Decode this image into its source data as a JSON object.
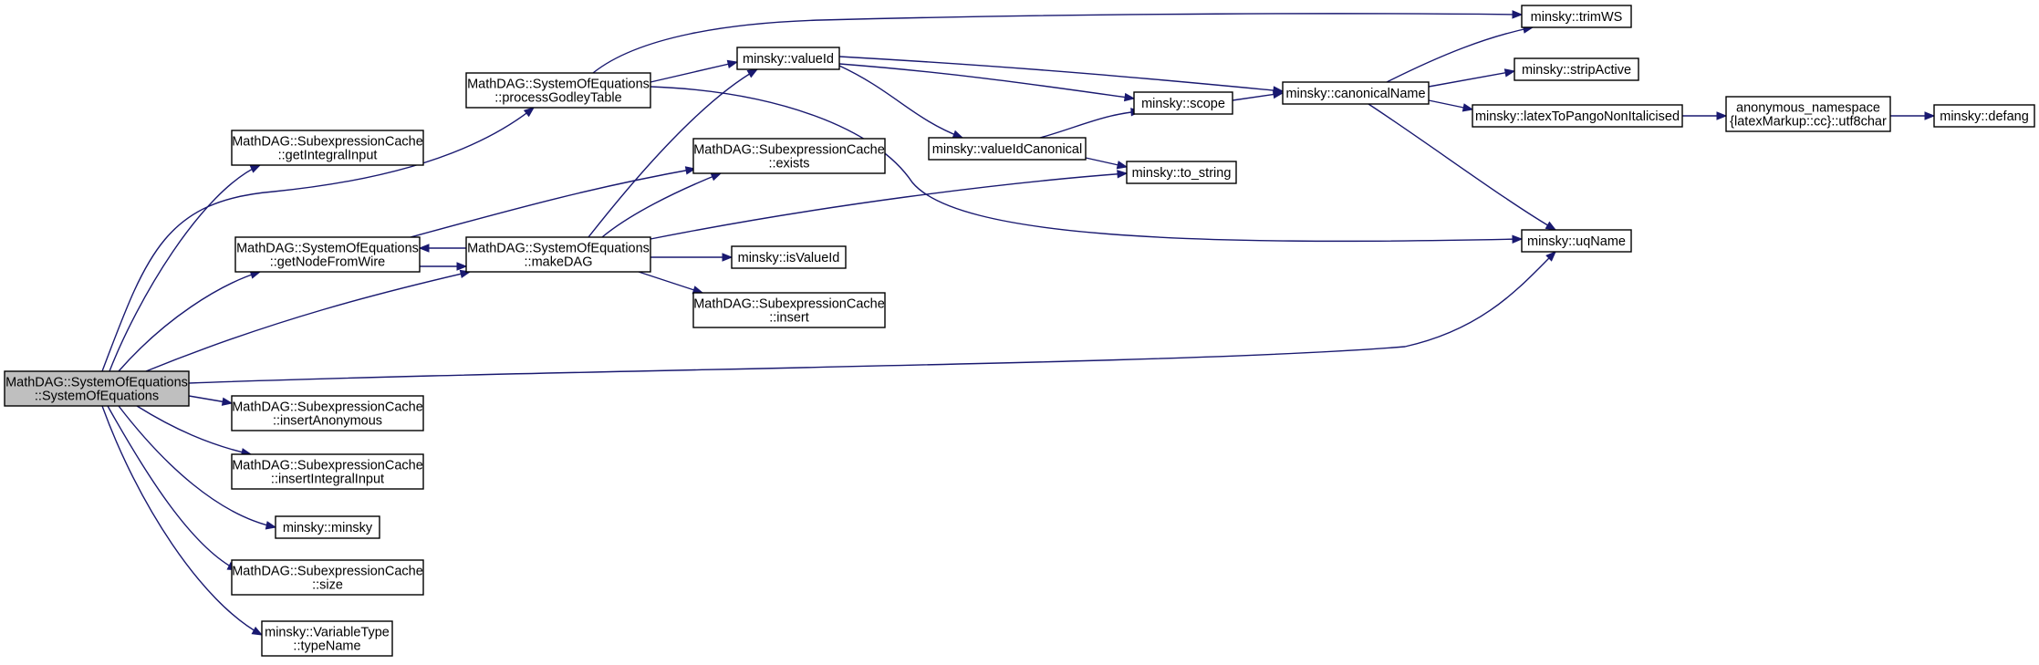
{
  "diagram": {
    "type": "call-graph",
    "colors": {
      "edge": "#191970",
      "root_fill": "#bfbfbf",
      "node_fill": "#ffffff",
      "node_border": "#000000"
    },
    "nodes": [
      {
        "id": "root",
        "lines": [
          "MathDAG::SystemOfEquations",
          "::SystemOfEquations"
        ],
        "highlighted": true
      },
      {
        "id": "getIntegralInput",
        "lines": [
          "MathDAG::SubexpressionCache",
          "::getIntegralInput"
        ]
      },
      {
        "id": "getNodeFromWire",
        "lines": [
          "MathDAG::SystemOfEquations",
          "::getNodeFromWire"
        ]
      },
      {
        "id": "processGodleyTable",
        "lines": [
          "MathDAG::SystemOfEquations",
          "::processGodleyTable"
        ]
      },
      {
        "id": "makeDAG",
        "lines": [
          "MathDAG::SystemOfEquations",
          "::makeDAG"
        ]
      },
      {
        "id": "insertAnonymous",
        "lines": [
          "MathDAG::SubexpressionCache",
          "::insertAnonymous"
        ]
      },
      {
        "id": "insertIntegralInput",
        "lines": [
          "MathDAG::SubexpressionCache",
          "::insertIntegralInput"
        ]
      },
      {
        "id": "minsky_minsky",
        "lines": [
          "minsky::minsky"
        ]
      },
      {
        "id": "size",
        "lines": [
          "MathDAG::SubexpressionCache",
          "::size"
        ]
      },
      {
        "id": "typeName",
        "lines": [
          "minsky::VariableType",
          "::typeName"
        ]
      },
      {
        "id": "valueId",
        "lines": [
          "minsky::valueId"
        ]
      },
      {
        "id": "exists",
        "lines": [
          "MathDAG::SubexpressionCache",
          "::exists"
        ]
      },
      {
        "id": "isValueId",
        "lines": [
          "minsky::isValueId"
        ]
      },
      {
        "id": "insert",
        "lines": [
          "MathDAG::SubexpressionCache",
          "::insert"
        ]
      },
      {
        "id": "valueIdCanonical",
        "lines": [
          "minsky::valueIdCanonical"
        ]
      },
      {
        "id": "scope",
        "lines": [
          "minsky::scope"
        ]
      },
      {
        "id": "to_string",
        "lines": [
          "minsky::to_string"
        ]
      },
      {
        "id": "canonicalName",
        "lines": [
          "minsky::canonicalName"
        ]
      },
      {
        "id": "trimWS",
        "lines": [
          "minsky::trimWS"
        ]
      },
      {
        "id": "stripActive",
        "lines": [
          "minsky::stripActive"
        ]
      },
      {
        "id": "latexToPango",
        "lines": [
          "minsky::latexToPangoNonItalicised"
        ]
      },
      {
        "id": "utf8char",
        "lines": [
          "anonymous_namespace",
          "{latexMarkup::cc}::utf8char"
        ]
      },
      {
        "id": "defang",
        "lines": [
          "minsky::defang"
        ]
      },
      {
        "id": "uqName",
        "lines": [
          "minsky::uqName"
        ]
      }
    ],
    "edges": [
      {
        "from": "root",
        "to": "getIntegralInput"
      },
      {
        "from": "root",
        "to": "getNodeFromWire"
      },
      {
        "from": "root",
        "to": "processGodleyTable"
      },
      {
        "from": "root",
        "to": "makeDAG"
      },
      {
        "from": "root",
        "to": "uqName"
      },
      {
        "from": "root",
        "to": "insertAnonymous"
      },
      {
        "from": "root",
        "to": "insertIntegralInput"
      },
      {
        "from": "root",
        "to": "minsky_minsky"
      },
      {
        "from": "root",
        "to": "size"
      },
      {
        "from": "root",
        "to": "typeName"
      },
      {
        "from": "getNodeFromWire",
        "to": "makeDAG"
      },
      {
        "from": "getNodeFromWire",
        "to": "exists"
      },
      {
        "from": "makeDAG",
        "to": "getNodeFromWire"
      },
      {
        "from": "makeDAG",
        "to": "valueId"
      },
      {
        "from": "makeDAG",
        "to": "exists"
      },
      {
        "from": "makeDAG",
        "to": "to_string"
      },
      {
        "from": "makeDAG",
        "to": "isValueId"
      },
      {
        "from": "makeDAG",
        "to": "insert"
      },
      {
        "from": "processGodleyTable",
        "to": "valueId"
      },
      {
        "from": "processGodleyTable",
        "to": "trimWS"
      },
      {
        "from": "processGodleyTable",
        "to": "uqName"
      },
      {
        "from": "valueId",
        "to": "canonicalName"
      },
      {
        "from": "valueId",
        "to": "scope"
      },
      {
        "from": "valueId",
        "to": "valueIdCanonical"
      },
      {
        "from": "valueIdCanonical",
        "to": "scope"
      },
      {
        "from": "valueIdCanonical",
        "to": "to_string"
      },
      {
        "from": "scope",
        "to": "canonicalName"
      },
      {
        "from": "canonicalName",
        "to": "trimWS"
      },
      {
        "from": "canonicalName",
        "to": "stripActive"
      },
      {
        "from": "canonicalName",
        "to": "latexToPango"
      },
      {
        "from": "canonicalName",
        "to": "uqName"
      },
      {
        "from": "latexToPango",
        "to": "utf8char"
      },
      {
        "from": "utf8char",
        "to": "defang"
      }
    ]
  }
}
